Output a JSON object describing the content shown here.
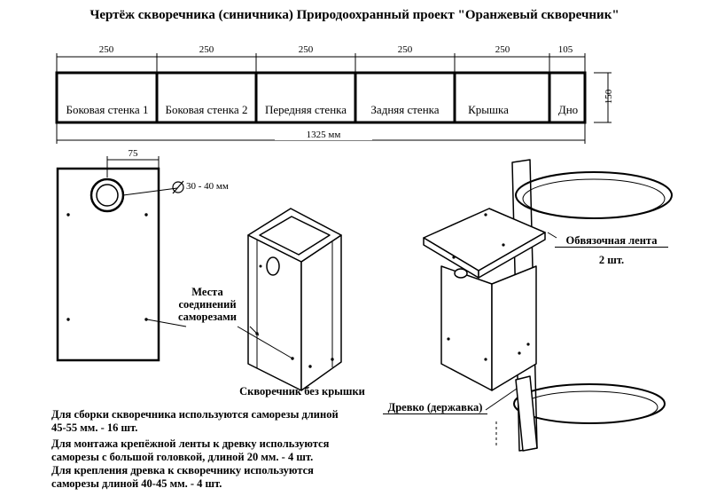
{
  "title": "Чертёж скворечника (синичника) Природоохранный проект \"Оранжевый скворечник\"",
  "planks": [
    {
      "label": "Боковая стенка 1",
      "length": "250"
    },
    {
      "label": "Боковая стенка 2",
      "length": "250"
    },
    {
      "label": "Передняя стенка",
      "length": "250"
    },
    {
      "label": "Задняя стенка",
      "length": "250"
    },
    {
      "label": "Крышка",
      "length": "250"
    },
    {
      "label": "Дно",
      "length": "105"
    }
  ],
  "board_width": "150",
  "total_length": "1325 мм",
  "hole_offset": "75",
  "hole_diameter": "30 - 40 мм",
  "callouts": {
    "screw_points": "Места соединений саморезами",
    "without_roof": "Скворечник без крышки",
    "strap": "Обвязочная лента",
    "strap_count": "2 шт.",
    "pole": "Древко (державка)"
  },
  "notes": [
    "Для сборки скворечника используются саморезы длиной 45-55 мм. - 16 шт.",
    "Для монтажа крепёжной ленты к древку используются саморезы с большой головкой, длиной 20 мм. - 4 шт.",
    "Для крепления древка к скворечнику используются саморезы длиной 40-45 мм. - 4 шт."
  ]
}
